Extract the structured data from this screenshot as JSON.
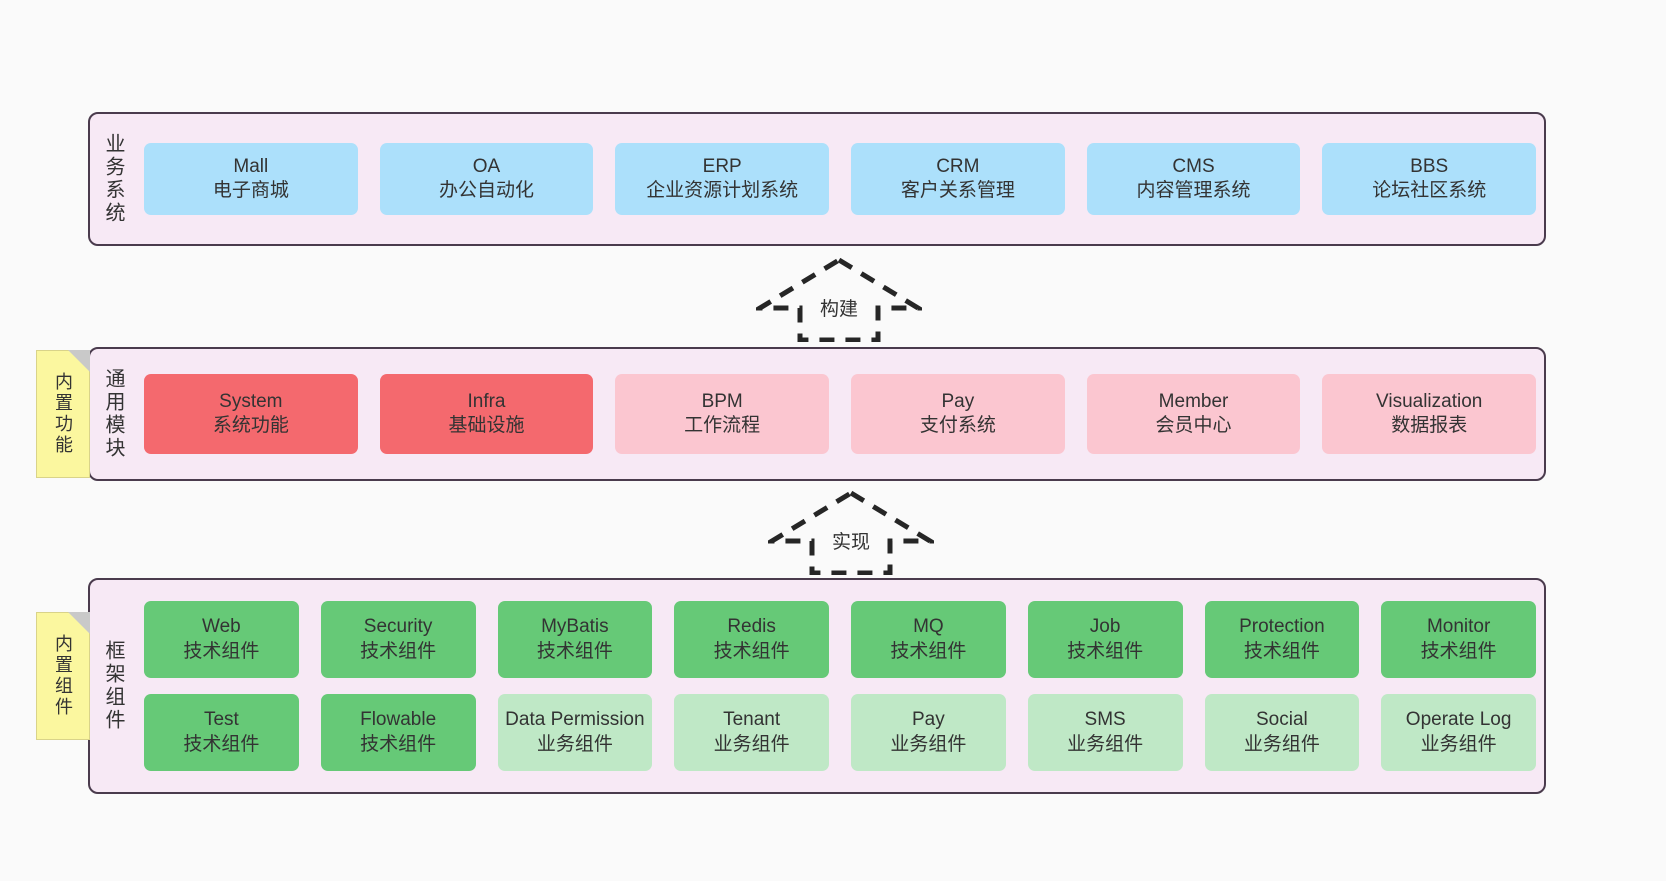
{
  "diagram": {
    "layers": [
      {
        "id": "business",
        "title": "业务系统",
        "cards": [
          {
            "name": "Mall",
            "desc": "电子商城",
            "color": "#ace0fb"
          },
          {
            "name": "OA",
            "desc": "办公自动化",
            "color": "#ace0fb"
          },
          {
            "name": "ERP",
            "desc": "企业资源计划系统",
            "color": "#ace0fb"
          },
          {
            "name": "CRM",
            "desc": "客户关系管理",
            "color": "#ace0fb"
          },
          {
            "name": "CMS",
            "desc": "内容管理系统",
            "color": "#ace0fb"
          },
          {
            "name": "BBS",
            "desc": "论坛社区系统",
            "color": "#ace0fb"
          }
        ]
      },
      {
        "id": "common",
        "title": "通用模块",
        "tab": "内置功能",
        "cards": [
          {
            "name": "System",
            "desc": "系统功能",
            "color": "#f4696e"
          },
          {
            "name": "Infra",
            "desc": "基础设施",
            "color": "#f4696e"
          },
          {
            "name": "BPM",
            "desc": "工作流程",
            "color": "#fbc6d0"
          },
          {
            "name": "Pay",
            "desc": "支付系统",
            "color": "#fbc6d0"
          },
          {
            "name": "Member",
            "desc": "会员中心",
            "color": "#fbc6d0"
          },
          {
            "name": "Visualization",
            "desc": "数据报表",
            "color": "#fbc6d0"
          }
        ]
      },
      {
        "id": "frame",
        "title": "框架组件",
        "tab": "内置组件",
        "rows": [
          [
            {
              "name": "Web",
              "desc": "技术组件",
              "color": "#66c977"
            },
            {
              "name": "Security",
              "desc": "技术组件",
              "color": "#66c977"
            },
            {
              "name": "MyBatis",
              "desc": "技术组件",
              "color": "#66c977"
            },
            {
              "name": "Redis",
              "desc": "技术组件",
              "color": "#66c977"
            },
            {
              "name": "MQ",
              "desc": "技术组件",
              "color": "#66c977"
            },
            {
              "name": "Job",
              "desc": "技术组件",
              "color": "#66c977"
            },
            {
              "name": "Protection",
              "desc": "技术组件",
              "color": "#66c977"
            },
            {
              "name": "Monitor",
              "desc": "技术组件",
              "color": "#66c977"
            }
          ],
          [
            {
              "name": "Test",
              "desc": "技术组件",
              "color": "#66c977"
            },
            {
              "name": "Flowable",
              "desc": "技术组件",
              "color": "#66c977"
            },
            {
              "name": "Data Permission",
              "desc": "业务组件",
              "color": "#bfe8c6"
            },
            {
              "name": "Tenant",
              "desc": "业务组件",
              "color": "#bfe8c6"
            },
            {
              "name": "Pay",
              "desc": "业务组件",
              "color": "#bfe8c6"
            },
            {
              "name": "SMS",
              "desc": "业务组件",
              "color": "#bfe8c6"
            },
            {
              "name": "Social",
              "desc": "业务组件",
              "color": "#bfe8c6"
            },
            {
              "name": "Operate Log",
              "desc": "业务组件",
              "color": "#bfe8c6"
            }
          ]
        ]
      }
    ],
    "arrows": [
      {
        "id": "build",
        "label": "构建"
      },
      {
        "id": "impl",
        "label": "实现"
      }
    ],
    "colors": {
      "panel_bg": "#f7e9f5",
      "panel_border": "#4a3b4d",
      "tab_bg": "#fbf79f",
      "blue": "#ace0fb",
      "red": "#f4696e",
      "pink": "#fbc6d0",
      "green": "#66c977",
      "pale_green": "#bfe8c6",
      "canvas_bg": "#fafafa"
    }
  }
}
